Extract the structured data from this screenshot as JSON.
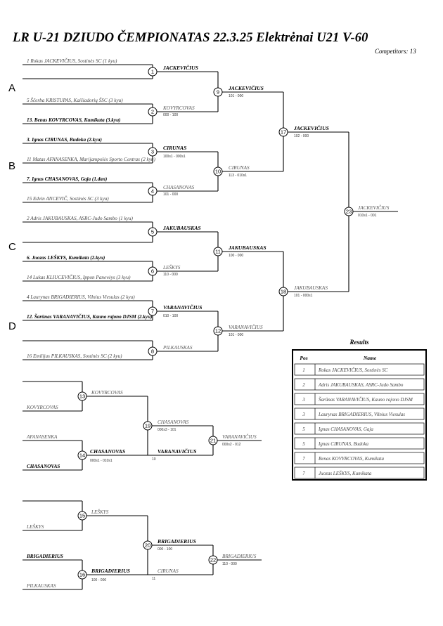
{
  "header": {
    "title": "LR U-21 DZIUDO ČEMPIONATAS  22.3.25  Elektrėnai   U21 V-60",
    "competitors": "Competitors: 13"
  },
  "pools": [
    "A",
    "B",
    "C",
    "D"
  ],
  "entrants": [
    {
      "text": "1  Rokas JACKEVIČIUS, Sostinės SC (1 kyu)",
      "bold": false
    },
    {
      "text": "5  Ščerba KRISTUPAS, Kaišiadorių ŠSC (3 kyu)",
      "bold": false
    },
    {
      "text": "13. Benas KOVYRCOVAS, Kumikata (3.kyu)",
      "bold": true
    },
    {
      "text": "3. Ignas CIRUNAS, Budoka (2.kyu)",
      "bold": true
    },
    {
      "text": "11  Matas AFANASENKA, Marijampolės Sporto Centras (2 kyu)",
      "bold": false
    },
    {
      "text": "7. Ignas CHASANOVAS, Gaja (1.dan)",
      "bold": true
    },
    {
      "text": "15  Edvin ANCEVIČ, Sostinės SC (3 kyu)",
      "bold": false
    },
    {
      "text": "2  Adris JAKUBAUSKAS, ASRC-Judo Sambo (1 kyu)",
      "bold": false
    },
    {
      "text": "6. Juozas LEŠKYS, Kumikata (2.kyu)",
      "bold": true
    },
    {
      "text": "14  Lukas KLIUCEVIČIUS, Ippon Panevėys (3 kyu)",
      "bold": false
    },
    {
      "text": "4  Laurynas BRIGADIERIUS, Vilnius Viesulas (2 kyu)",
      "bold": false
    },
    {
      "text": "12. Šarūnas VARANAVIČIUS, Kauno rajono DJSM (2.kyu)",
      "bold": true
    },
    {
      "text": "16  Emilijus PILKAUSKAS, Sostinės SC (2 kyu)",
      "bold": false
    }
  ],
  "matches": [
    {
      "n": "1",
      "top": "JACKEVIČIUS",
      "bottom": "",
      "score": ""
    },
    {
      "n": "2",
      "top": "",
      "bottom": "KOVYRCOVAS",
      "score": "000 - 100"
    },
    {
      "n": "3",
      "top": "CIRUNAS",
      "bottom": "",
      "score": "100s1 - 000s1"
    },
    {
      "n": "4",
      "top": "",
      "bottom": "CHASANOVAS",
      "score": "101 - 000"
    },
    {
      "n": "5",
      "top": "JAKUBAUSKAS",
      "bottom": "",
      "score": ""
    },
    {
      "n": "6",
      "top": "",
      "bottom": "LEŠKYS",
      "score": "110 - 000"
    },
    {
      "n": "7",
      "top": "VARANAVIČIUS",
      "bottom": "",
      "score": "010 - 100"
    },
    {
      "n": "8",
      "top": "",
      "bottom": "PILKAUSKAS",
      "score": ""
    },
    {
      "n": "9",
      "top": "JACKEVIČIUS",
      "bottom": "",
      "score": "101 - 000"
    },
    {
      "n": "10",
      "top": "",
      "bottom": "CIRUNAS",
      "score": "113 - 010s1"
    },
    {
      "n": "11",
      "top": "JAKUBAUSKAS",
      "bottom": "",
      "score": "100 - 000"
    },
    {
      "n": "12",
      "top": "",
      "bottom": "VARANAVIČIUS",
      "score": "101 - 000"
    },
    {
      "n": "17",
      "top": "JACKEVIČIUS",
      "bottom": "",
      "score": "102 - 000"
    },
    {
      "n": "18",
      "top": "",
      "bottom": "JAKUBAUSKAS",
      "score": "101 - 000s1"
    },
    {
      "n": "23",
      "top": "JACKEVIČIUS",
      "bottom": "",
      "score": "010s1 - 001"
    }
  ],
  "repechage": {
    "r1_names": [
      "KOVYRCOVAS",
      "AFANASENKA",
      "CHASANOVAS"
    ],
    "r2_names": [
      "LEŠKYS",
      "BRIGADIERIUS",
      "PILKAUSKAS"
    ],
    "matches": [
      {
        "n": "13",
        "winner": "KOVYRCOVAS",
        "score": ""
      },
      {
        "n": "14",
        "winner": "CHASANOVAS",
        "score": "000s1 - 010s1"
      },
      {
        "n": "19",
        "top": "CHASANOVAS",
        "bottom": "VARANAVIČIUS",
        "score": "000s3 - 101",
        "extra": "10"
      },
      {
        "n": "21",
        "winner": "VARANAVIČIUS",
        "score": "000s2 - 012"
      },
      {
        "n": "15",
        "winner": "LEŠKYS",
        "score": ""
      },
      {
        "n": "16",
        "winner": "BRIGADIERIUS",
        "score": "100 - 000"
      },
      {
        "n": "20",
        "top": "BRIGADIERIUS",
        "bottom": "CIRUNAS",
        "score": "000 - 100",
        "extra": "11"
      },
      {
        "n": "22",
        "winner": "BRIGADIERIUS",
        "score": "110 - 000"
      }
    ]
  },
  "results": {
    "title": "Results",
    "headers": [
      "Pos",
      "Name"
    ],
    "rows": [
      {
        "pos": "1",
        "name": "Rokas JACKEVIČIUS, Sostinės SC"
      },
      {
        "pos": "2",
        "name": "Adris JAKUBAUSKAS, ASRC-Judo Sambo"
      },
      {
        "pos": "3",
        "name": "Šarūnas VARANAVIČIUS, Kauno rajono DJSM"
      },
      {
        "pos": "3",
        "name": "Laurynas BRIGADIERIUS, Vilnius Viesulas"
      },
      {
        "pos": "5",
        "name": "Ignas CHASANOVAS, Gaja"
      },
      {
        "pos": "5",
        "name": "Ignas CIRUNAS, Budoka"
      },
      {
        "pos": "7",
        "name": "Benas KOVYRCOVAS, Kumikata"
      },
      {
        "pos": "7",
        "name": "Juozas LEŠKYS, Kumikata"
      }
    ]
  }
}
